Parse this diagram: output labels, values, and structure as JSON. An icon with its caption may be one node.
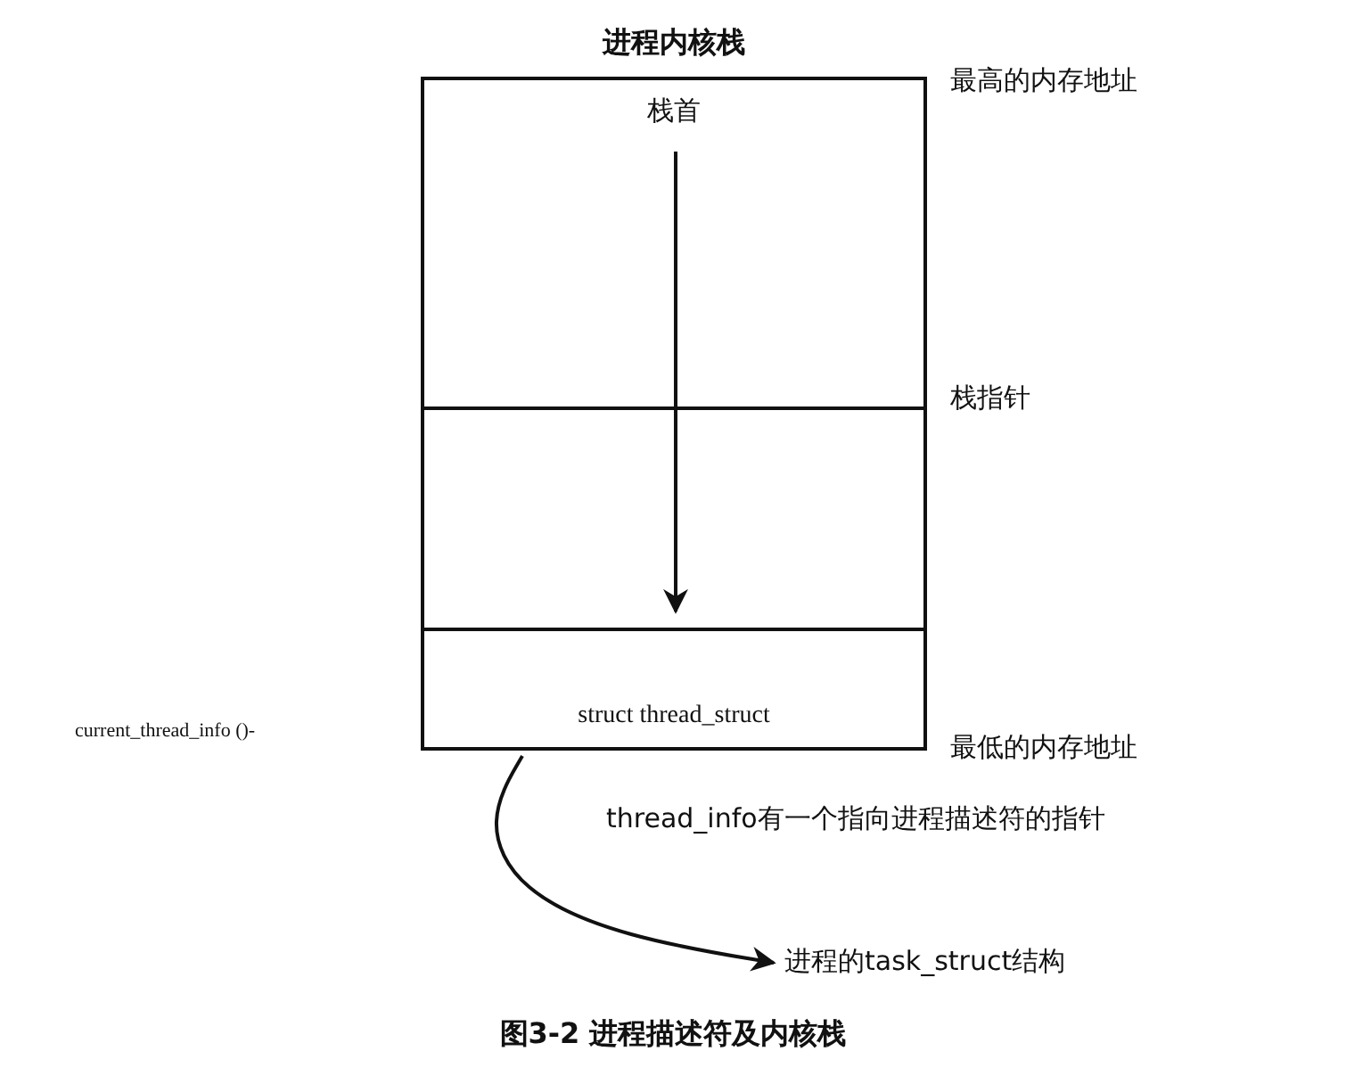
{
  "diagram": {
    "caption": "图3-2 进程描述符及内核栈",
    "nodes": [
      {
        "text": [
          "进程内核栈"
        ]
      },
      {
        "text": [
          "栈首"
        ],
        "in": 0
      },
      {
        "text": [],
        "shape": "box",
        "in": 0
      },
      {
        "text": [
          "struct thread_struct"
        ],
        "in": 0
      },
      {
        "text": [
          "进程的task_struct结构"
        ]
      }
    ],
    "edges": [
      {
        "from": 1,
        "to": 2,
        "arrow": "to"
      },
      {
        "from": 3,
        "to": 4,
        "arrow": "to"
      }
    ],
    "labels": [
      "最高的内存地址",
      "栈指针",
      "current_thread_info ()-",
      "最低的内存地址",
      "thread_info有一个指向进程描述符的指针"
    ]
  }
}
